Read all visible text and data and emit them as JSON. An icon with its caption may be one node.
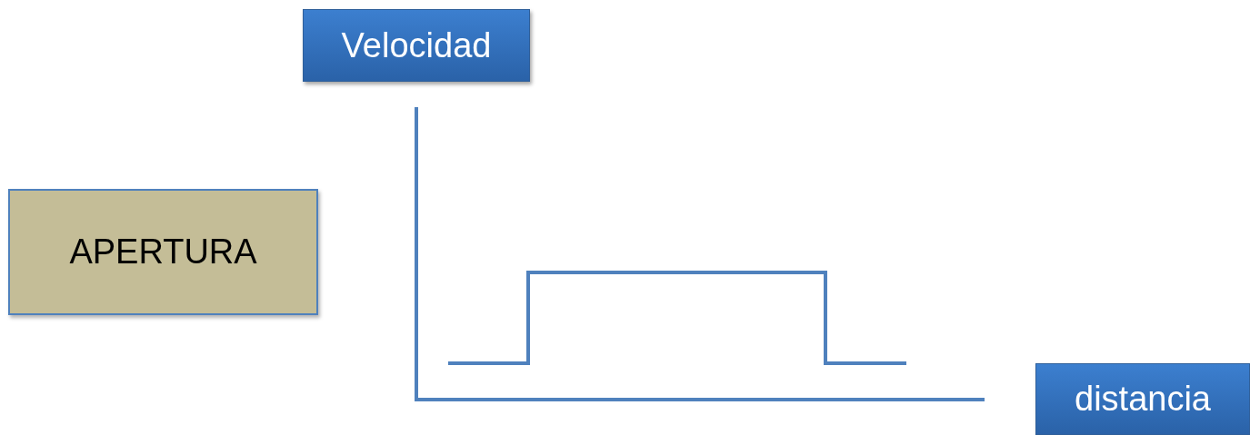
{
  "diagram": {
    "nodes": [
      {
        "text": [
          "Velocidad"
        ]
      },
      {
        "text": [
          "APERTURA"
        ]
      },
      {
        "text": [
          "distancia"
        ]
      }
    ]
  }
}
